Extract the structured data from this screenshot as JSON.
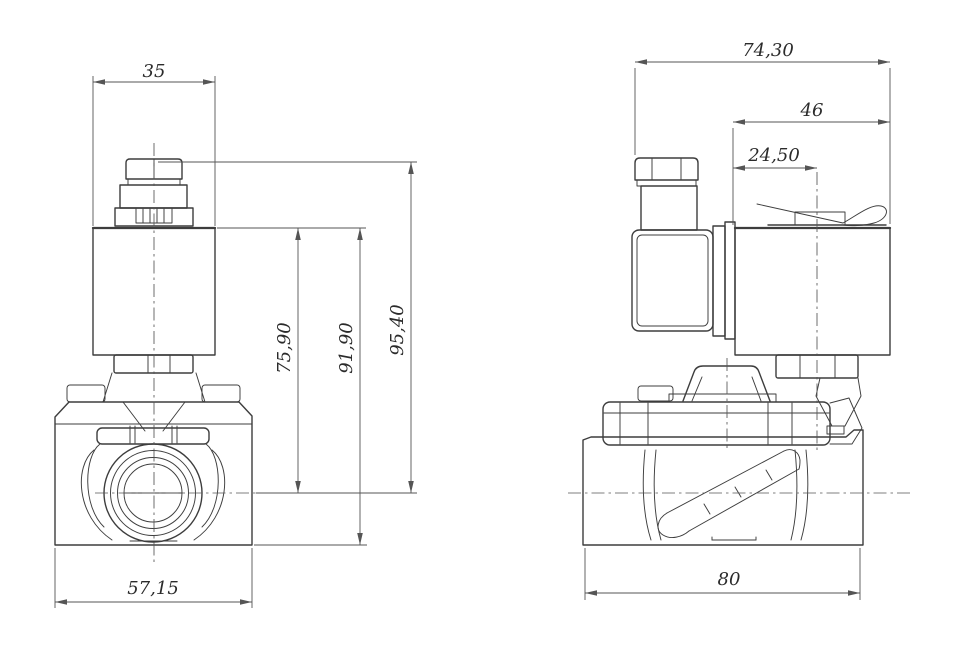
{
  "drawing": {
    "colors": {
      "background": "#ffffff",
      "line": "#3d3d3d",
      "thin": "#555555",
      "text": "#2b2b2b"
    },
    "front_view": {
      "dims": {
        "coil_width": "35",
        "body_width": "57,15",
        "height_center_to_coil_top": "75,90",
        "height_center_to_nut_top": "91,90",
        "height_total": "95,40"
      }
    },
    "side_view": {
      "dims": {
        "overall_depth": "74,30",
        "coil_depth": "46",
        "coil_center_offset": "24,50",
        "body_length": "80"
      }
    }
  }
}
